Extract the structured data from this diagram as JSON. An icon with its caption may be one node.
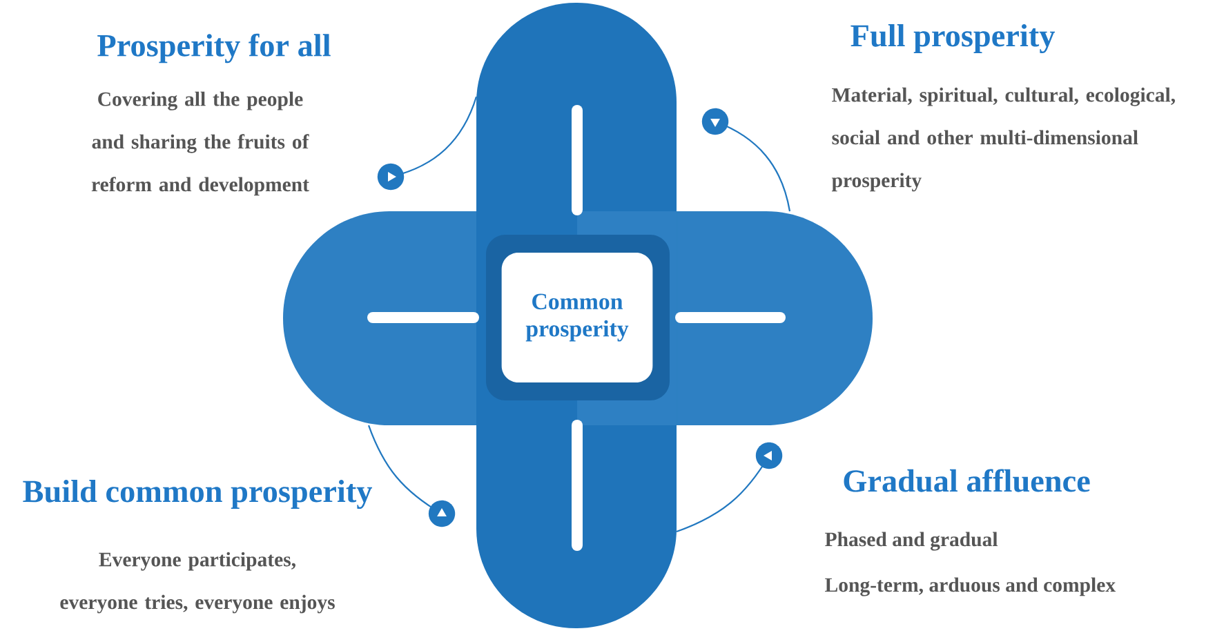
{
  "diagram": {
    "nodes": [
      {
        "text": [
          "Common prosperity"
        ]
      }
    ],
    "labels": [
      "Prosperity for all",
      "Covering all the people and sharing the fruits of reform and development",
      "Full prosperity",
      "Material, spiritual, cultural, ecological, social and other multi-dimensional prosperity",
      "Build common prosperity",
      "Everyone participates, everyone tries, everyone enjoys",
      "Gradual affluence",
      "Phased and gradual",
      "Long-term, arduous and complex"
    ]
  }
}
